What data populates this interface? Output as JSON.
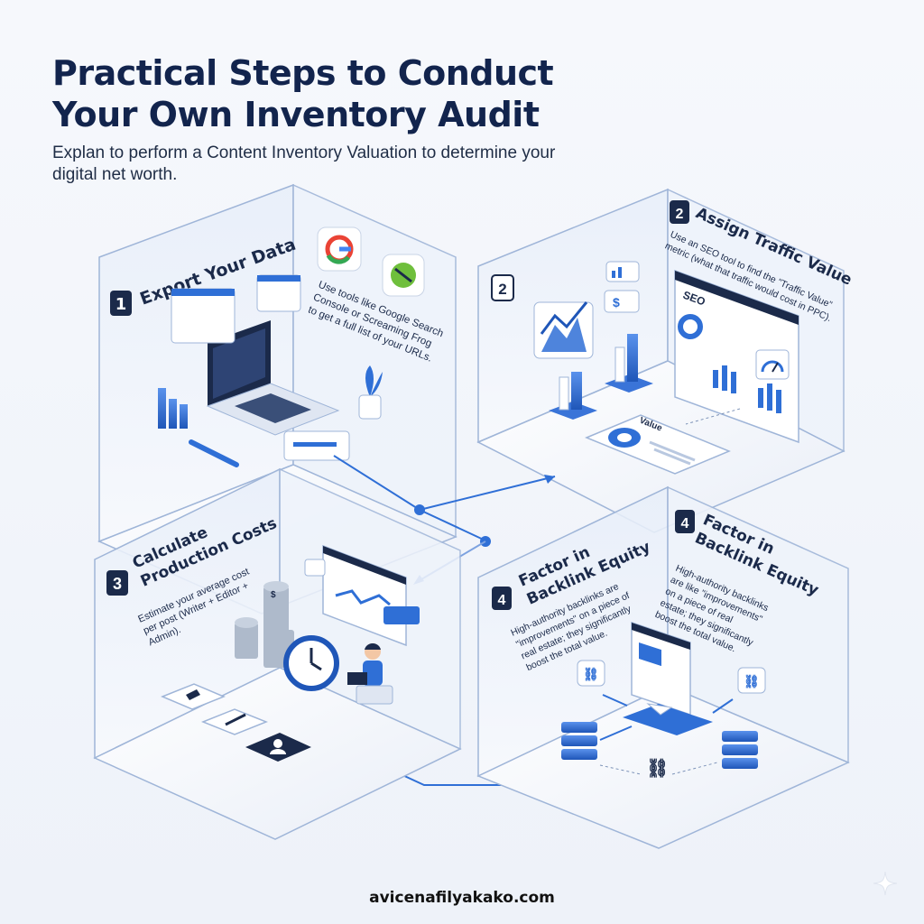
{
  "title_line1": "Practical Steps to Conduct",
  "title_line2": "Your Own Inventory Audit",
  "subtitle": "Explan to perform a Content Inventory Valuation to determine your digital net worth.",
  "footer": "avicenafilyakako.com",
  "steps": [
    {
      "number": "1",
      "heading": "Export Your Data",
      "body_lines": [
        "Use tools like Google Search",
        "Console or Screaming Frog",
        "to get a full list of your URLs."
      ],
      "icons": [
        "google-icon",
        "screaming-frog-icon",
        "laptop-icon",
        "plant-icon",
        "pen-icon",
        "bar-chart-icon"
      ]
    },
    {
      "number": "2",
      "heading": "Assign Traffic Value",
      "body_lines": [
        "Use an SEO tool to find the \"Traffic Value\"",
        "metric (what that traffic would cost in PPC)."
      ],
      "dashboard_label": "SEO",
      "value_label": "Value",
      "icons": [
        "line-chart-icon",
        "dollar-icon",
        "gauge-icon",
        "donut-chart-icon"
      ]
    },
    {
      "number": "3",
      "heading_line1": "Calculate",
      "heading_line2": "Production Costs",
      "body_lines": [
        "Estimate your average cost",
        "per post (Writer + Editor +",
        "Admin)."
      ],
      "icons": [
        "coin-stack-icon",
        "clock-icon",
        "person-laptop-icon",
        "pen-nib-icon",
        "edit-icon",
        "user-icon"
      ]
    },
    {
      "number": "4",
      "heading_line1": "Factor in",
      "heading_line2": "Backlink Equity",
      "body_lines": [
        "High-authority backlinks are",
        "\"improvements\" on a piece of",
        "real estate; they significantly",
        "boost the total value."
      ],
      "icons": [
        "link-icon",
        "server-icon",
        "web-page-icon"
      ]
    },
    {
      "number": "4",
      "heading_line1": "Factor in",
      "heading_line2": "Backlink Equity",
      "body_lines": [
        "High-authority backlinks",
        "are like \"improvements\"",
        "on a piece of real",
        "estate; they significantly",
        "boost the total value."
      ]
    }
  ],
  "accent": "#2f6fd6",
  "navy": "#1b2a4a",
  "step2_badge": "2"
}
